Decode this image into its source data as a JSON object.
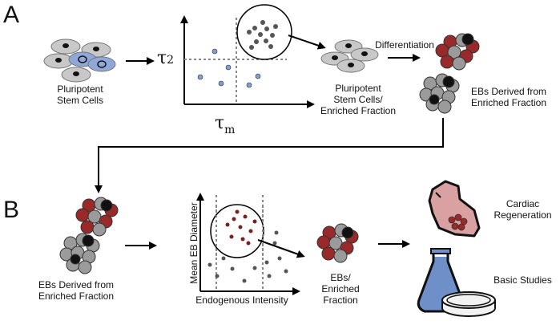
{
  "panels": {
    "a": "A",
    "b": "B"
  },
  "labels": {
    "pluripotent_stem_cells": "Pluripotent\nStem Cells",
    "tau2": "τ",
    "tau2_sub": "2",
    "taum": "τ",
    "taum_sub": "m",
    "enriched_fraction_cells": "Pluripotent\nStem Cells/\nEnriched Fraction",
    "differentiation": "Differentiation",
    "ebs_from_enriched_a": "EBs Derived from\nEnriched Fraction",
    "ebs_from_enriched_b": "EBs Derived from\nEnriched Fraction",
    "y_axis_b": "Mean EB Diameter",
    "x_axis_b": "Endogenous Intensity",
    "ebs_enriched_fraction": "EBs/\nEnriched Fraction",
    "cardiac_regeneration": "Cardiac\nRegeneration",
    "basic_studies": "Basic Studies"
  },
  "colors": {
    "cell_gray": "#c8c8c8",
    "cell_blue": "#8fa8d8",
    "eb_red": "#9a2a2a",
    "eb_gray": "#9b9b9b",
    "heart_pink": "#d9a1a1",
    "flask_blue": "#6f8fc8",
    "dot_gray": "#555555",
    "dot_blue": "#7f9fcf",
    "dot_red": "#7a2020"
  },
  "icons": [
    "arrow-icon",
    "stem-cell-cluster-icon",
    "embryoid-body-icon",
    "heart-tissue-icon",
    "flask-icon",
    "petri-dish-icon",
    "magnifier-circle-icon"
  ]
}
